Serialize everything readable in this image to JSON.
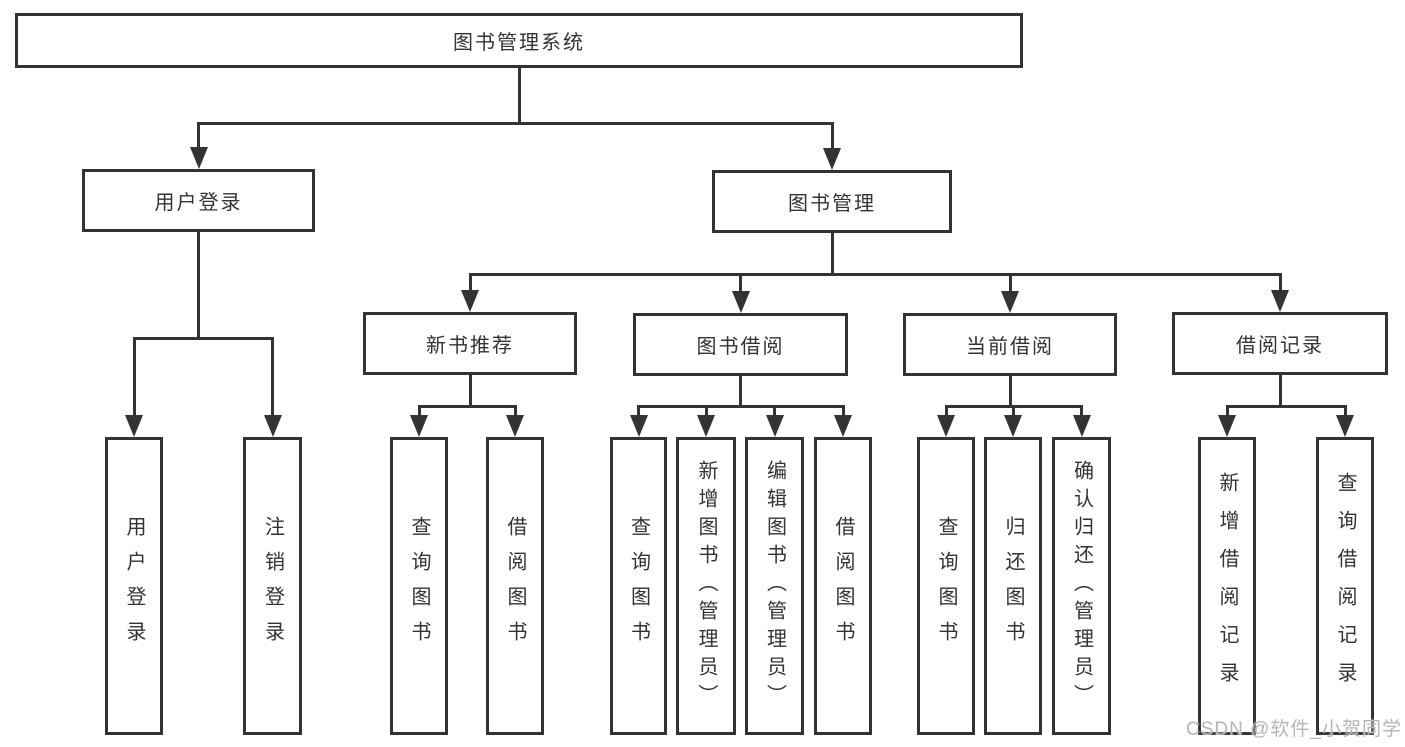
{
  "diagram": {
    "nodes": {
      "root": {
        "label": "图书管理系统"
      },
      "user_login": {
        "label": "用户登录"
      },
      "book_mgmt": {
        "label": "图书管理"
      },
      "user_login_v": {
        "label": "用户登录"
      },
      "logout_v": {
        "label": "注销登录"
      },
      "new_books": {
        "label": "新书推荐"
      },
      "book_borrow": {
        "label": "图书借阅"
      },
      "current_borrow": {
        "label": "当前借阅"
      },
      "borrow_records": {
        "label": "借阅记录"
      },
      "nb_query": {
        "label": "查询图书"
      },
      "nb_borrow": {
        "label": "借阅图书"
      },
      "bb_query": {
        "label": "查询图书"
      },
      "bb_add": {
        "label": "新增图书（管理员）"
      },
      "bb_edit": {
        "label": "编辑图书（管理员）"
      },
      "bb_borrow": {
        "label": "借阅图书"
      },
      "cb_query": {
        "label": "查询图书"
      },
      "cb_return": {
        "label": "归还图书"
      },
      "cb_confirm": {
        "label": "确认归还（管理员）"
      },
      "br_add": {
        "label": "新增借阅记录"
      },
      "br_query": {
        "label": "查询借阅记录"
      }
    }
  },
  "watermark": {
    "text": "CSDN @软件_小贺同学"
  },
  "colors": {
    "line": "#333333",
    "text": "#333333",
    "watermark": "#b5b5b5",
    "background": "#ffffff"
  }
}
